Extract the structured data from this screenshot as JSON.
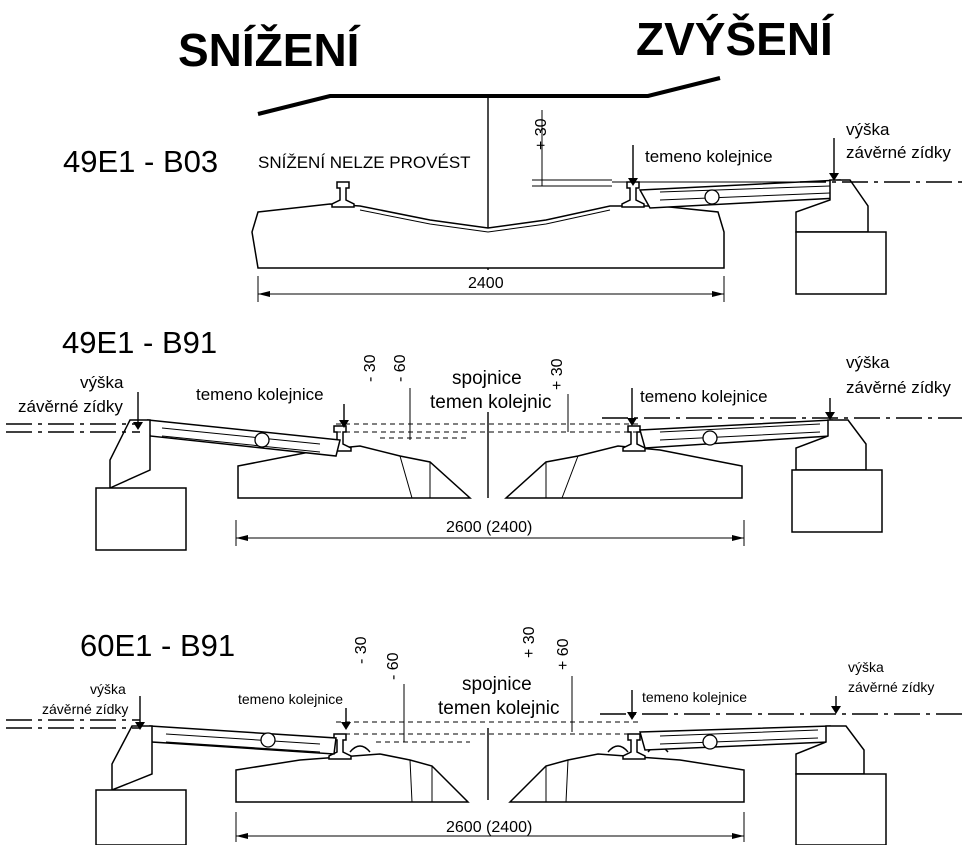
{
  "headings": {
    "lowering": "SNÍŽENÍ",
    "raising": "ZVÝŠENÍ"
  },
  "profiles": [
    {
      "name": "49E1 - B03",
      "note": "SNÍŽENÍ NELZE PROVÉST",
      "plus30": "+ 30",
      "rail_top": "temeno kolejnice",
      "wall_height_1": "výška",
      "wall_height_2": "závěrné zídky",
      "width": "2400"
    },
    {
      "name": "49E1 - B91",
      "minus30": "- 30",
      "minus60": "- 60",
      "connect_1": "spojnice",
      "connect_2": "temen kolejnic",
      "plus30": "+ 30",
      "rail_top_left": "temeno kolejnice",
      "rail_top_right": "temeno kolejnice",
      "wall_left_1": "výška",
      "wall_left_2": "závěrné zídky",
      "wall_right_1": "výška",
      "wall_right_2": "závěrné zídky",
      "width": "2600  (2400)"
    },
    {
      "name": "60E1 - B91",
      "minus30": "- 30",
      "minus60": "- 60",
      "connect_1": "spojnice",
      "connect_2": "temen kolejnic",
      "plus30": "+ 30",
      "plus60": "+ 60",
      "rail_top_left": "temeno kolejnice",
      "rail_top_right": "temeno kolejnice",
      "wall_left_1": "výška",
      "wall_left_2": "závěrné zídky",
      "wall_right_1": "výška",
      "wall_right_2": "závěrné zídky",
      "width": "2600  (2400)"
    }
  ]
}
